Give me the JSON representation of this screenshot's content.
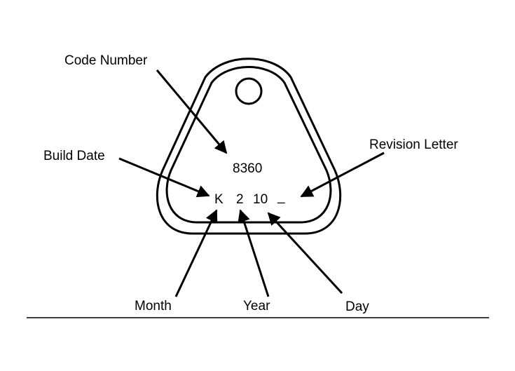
{
  "labels": {
    "code_number": "Code Number",
    "build_date": "Build Date",
    "revision_letter": "Revision Letter",
    "month": "Month",
    "year": "Year",
    "day": "Day"
  },
  "tag": {
    "code": "8360",
    "month": "K",
    "year": "2",
    "day": "10",
    "revision": "_"
  }
}
